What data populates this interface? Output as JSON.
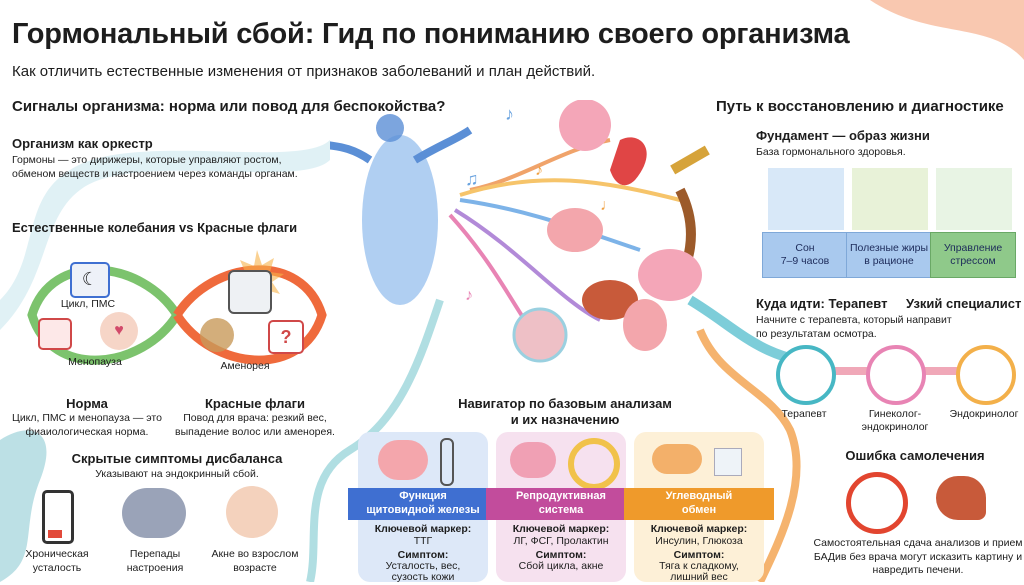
{
  "header": {
    "title": "Гормональный сбой: Гид по пониманию своего организма",
    "subtitle": "Как отличить естественные изменения от признаков заболеваний и план действий."
  },
  "colors": {
    "teal": "#47b7c4",
    "blue": "#3f6fd1",
    "pink": "#e8559a",
    "orange": "#f39a2c",
    "red": "#e2452f",
    "green": "#6bb16a",
    "purple": "#9b5fc0"
  },
  "left": {
    "section_title": "Сигналы организма: норма или повод для беспокойства?",
    "orchestra": {
      "title": "Организм как оркестр",
      "text": "Гормоны — это дирижеры, которые управляют ростом, обменом веществ и настроением через команды органам."
    },
    "fluctuations": {
      "title": "Естественные колебания vs Красные флаги",
      "items": [
        {
          "label": "Цикл, ПМС",
          "icon": "moon-calendar-icon"
        },
        {
          "label": "Менопауза",
          "icon": "pregnancy-icon"
        },
        {
          "label": "Аменорея",
          "icon": "calendar-question-icon"
        }
      ],
      "norm_title": "Норма",
      "norm_text": "Цикл, ПМС и менопауза — это фиаиологическая норма.",
      "flags_title": "Красные флаги",
      "flags_text": "Повод для врача: резкий вес, выпадение волос или аменорея."
    },
    "hidden": {
      "title": "Скрытые симптомы дисбаланса",
      "subtitle": "Указывают на эндокринный сбой.",
      "items": [
        {
          "label": "Хроническая усталость",
          "icon": "low-battery-icon"
        },
        {
          "label": "Перепады настроения",
          "icon": "storm-cloud-icon"
        },
        {
          "label": "Акне во взрослом возрасте",
          "icon": "acne-face-icon"
        }
      ]
    }
  },
  "center": {
    "title_line1": "Навигатор по базовым анализам",
    "title_line2": "и их назначению",
    "marker_label": "Ключевой маркер:",
    "symptom_label": "Симптом:",
    "cards": [
      {
        "ribbon1": "Функция",
        "ribbon2": "щитовидной железы",
        "marker": "ТТГ",
        "symptom1": "Усталость, вес,",
        "symptom2": "сузость кожи",
        "color": "#3f6fd1",
        "bg": "#dde8f8"
      },
      {
        "ribbon1": "Репродуктивная",
        "ribbon2": "система",
        "marker": "ЛГ, ФСГ, Пролактин",
        "symptom1": "Сбой цикла, акне",
        "symptom2": "",
        "color": "#c24c9c",
        "bg": "#f6e1ef"
      },
      {
        "ribbon1": "Углеводный",
        "ribbon2": "обмен",
        "marker": "Инсулин, Глюкоза",
        "symptom1": "Тяга к сладкому,",
        "symptom2": "лишний вес",
        "color": "#ef9a2b",
        "bg": "#fdf0d7"
      }
    ]
  },
  "right": {
    "section_title": "Путь к восстановлению и диагностике",
    "foundation": {
      "title": "Фундамент — образ жизни",
      "subtitle": "База гормонального здоровья.",
      "cubes": [
        {
          "line1": "Сон",
          "line2": "7–9 часов"
        },
        {
          "line1": "Полезные жиры",
          "line2": "в рационе"
        },
        {
          "line1": "Управление",
          "line2": "стрессом"
        }
      ]
    },
    "where": {
      "title": "Куда идти: Терапевт",
      "title2": "Узкий специалист",
      "text": "Начните с терапевта, который направит по результатам осмотра.",
      "steps": [
        {
          "label1": "Терапевт",
          "label2": ""
        },
        {
          "label1": "Гинеколог-",
          "label2": "эндокринолог"
        },
        {
          "label1": "Эндокринолог",
          "label2": ""
        }
      ]
    },
    "mistake": {
      "title": "Ошибка самолечения",
      "text": "Самостоятельная сдача анализов и прием БАДив без врача могут исказить картину и навредить печени."
    }
  }
}
